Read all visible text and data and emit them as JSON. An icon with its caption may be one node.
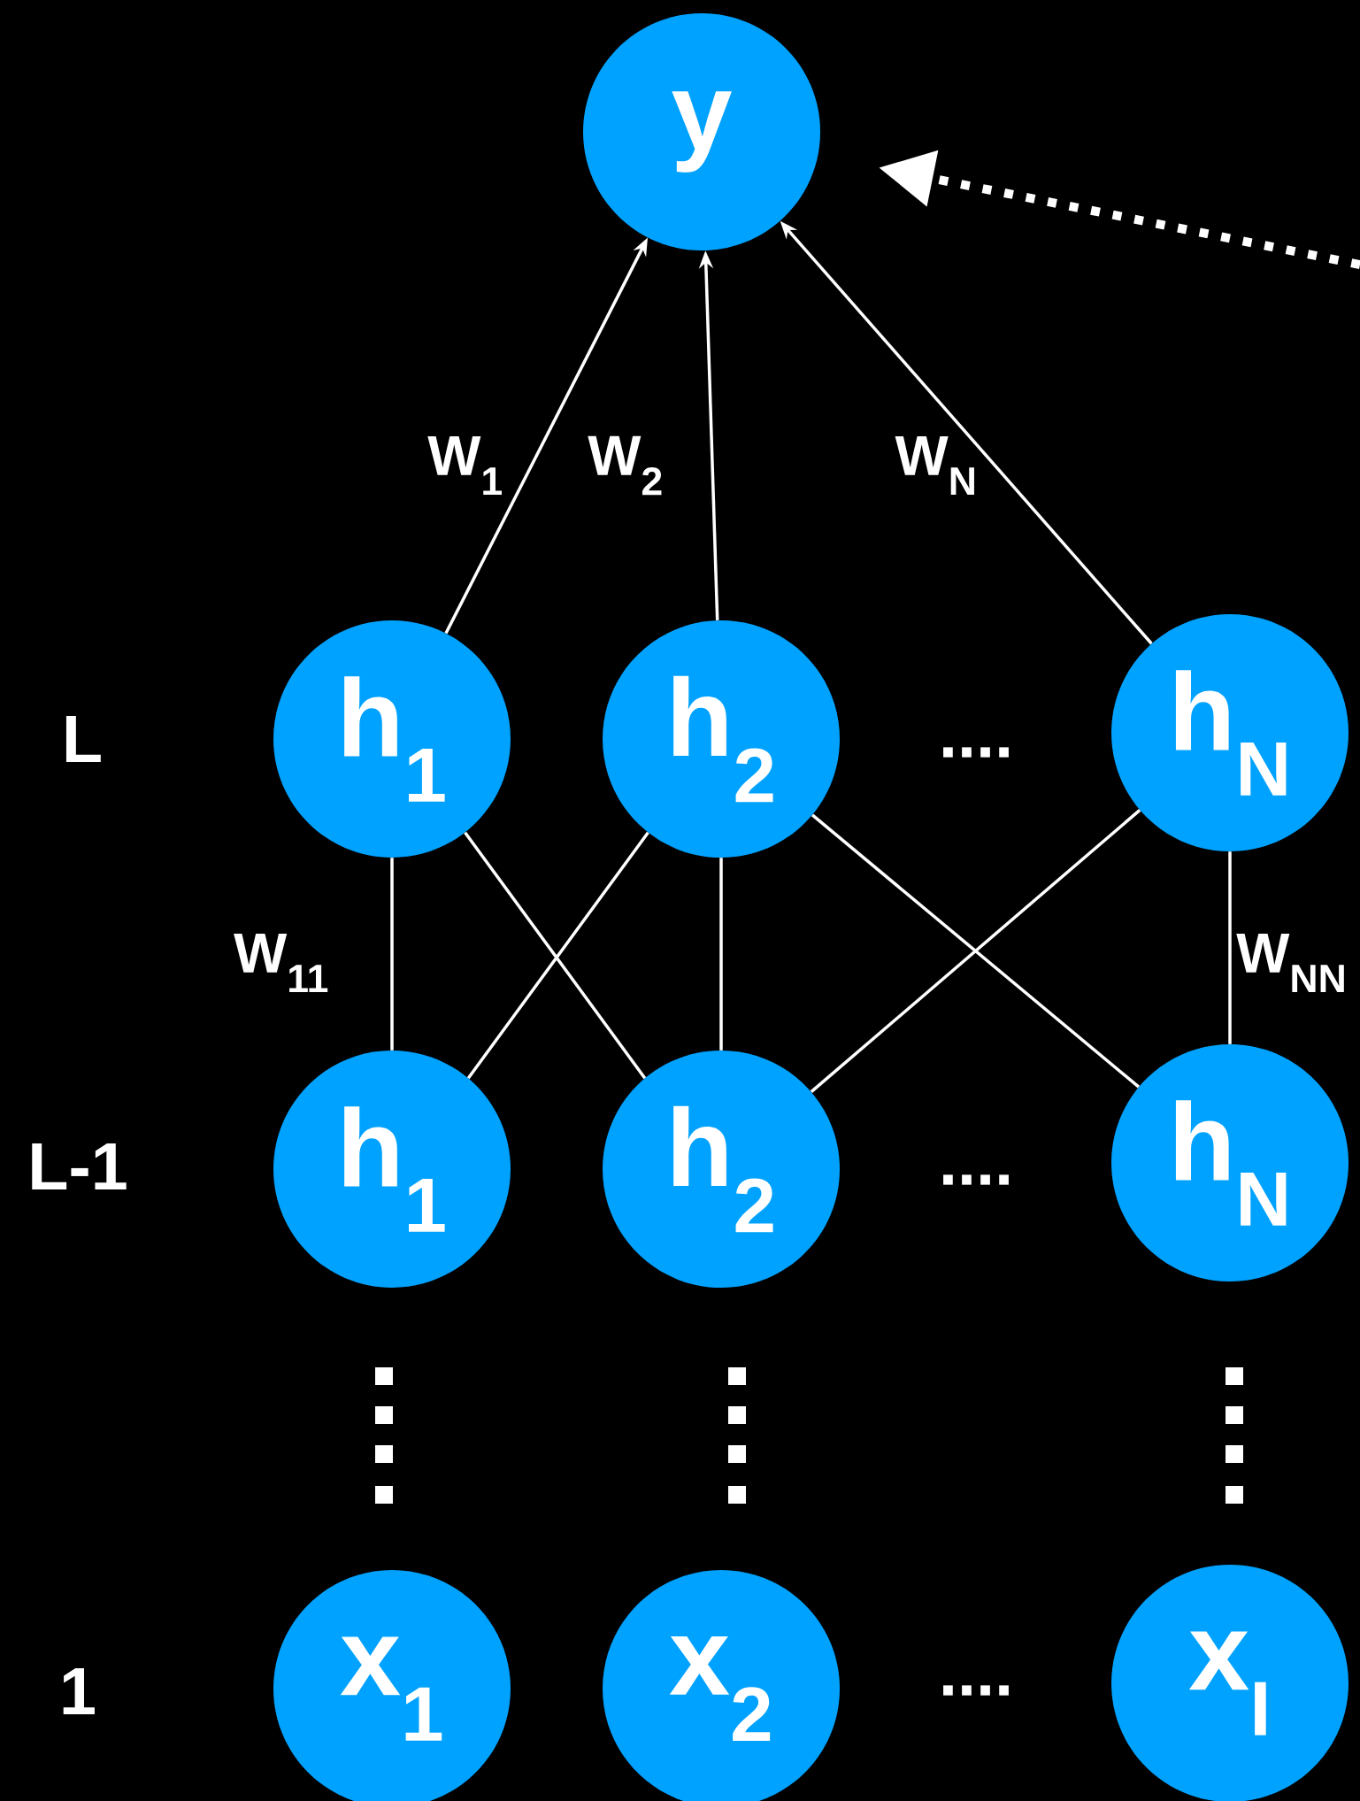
{
  "diagram": {
    "nodes": [
      {
        "text": [
          "y"
        ]
      },
      {
        "text": [
          "h$_{1}$"
        ]
      },
      {
        "text": [
          "h$_{2}$"
        ]
      },
      {
        "text": [
          "h$_{N}$"
        ]
      },
      {
        "text": [
          "h$_{1}$"
        ]
      },
      {
        "text": [
          "h$_{2}$"
        ]
      },
      {
        "text": [
          "h$_{N}$"
        ]
      },
      {
        "text": [
          "x$_{1}$"
        ]
      },
      {
        "text": [
          "x$_{2}$"
        ]
      },
      {
        "text": [
          "x$_{I}$"
        ]
      }
    ],
    "edges": [
      {
        "from": 1,
        "to": 0,
        "arrow": "to",
        "label": "W$_{1}$"
      },
      {
        "from": 2,
        "to": 0,
        "arrow": "to",
        "label": "W$_{2}$"
      },
      {
        "from": 3,
        "to": 0,
        "arrow": "to",
        "label": "W$_{N}$"
      },
      {
        "from": null,
        "to": 0,
        "arrow": "to",
        "style": "dashed"
      },
      {
        "from": 4,
        "to": 1,
        "arrow": "none",
        "label": "W$_{11}$"
      },
      {
        "from": 4,
        "to": 2,
        "arrow": "none"
      },
      {
        "from": 5,
        "to": 1,
        "arrow": "none"
      },
      {
        "from": 5,
        "to": 2,
        "arrow": "none"
      },
      {
        "from": 5,
        "to": 3,
        "arrow": "none"
      },
      {
        "from": 6,
        "to": 2,
        "arrow": "none"
      },
      {
        "from": 6,
        "to": 3,
        "arrow": "none",
        "label": "W$_{NN}$"
      }
    ],
    "labels": [
      "L",
      "....",
      "L-1",
      "....",
      "1",
      "...."
    ]
  }
}
